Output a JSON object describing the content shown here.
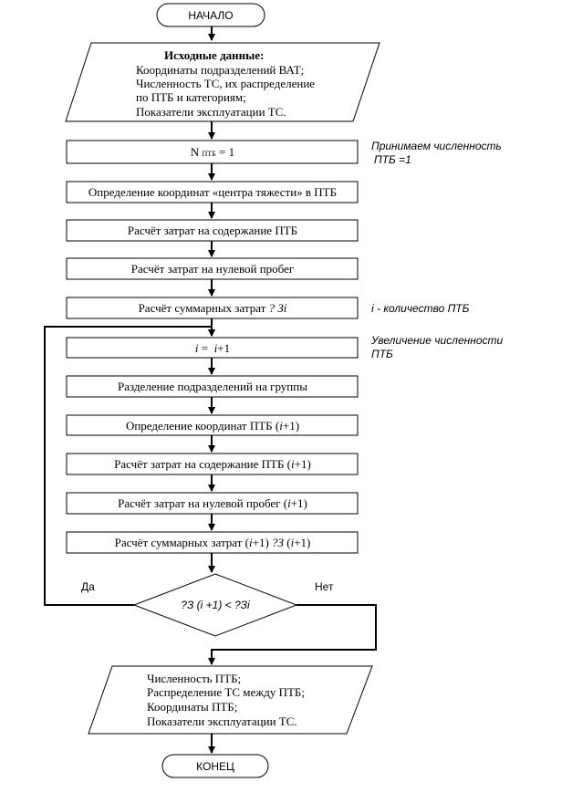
{
  "start": "НАЧАЛО",
  "end": "КОНЕЦ",
  "input": {
    "title": "Исходные данные:",
    "lines": [
      "Координаты подразделений ВАТ;",
      "Численность ТС, их распределение",
      "по ПТБ и категориям;",
      "Показатели эксплуатации ТС."
    ]
  },
  "steps": {
    "n_ptb_prefix": "N",
    "n_ptb_sub": "ПТБ",
    "n_ptb_suffix": " = 1",
    "center": "Определение координат «центра тяжести» в ПТБ",
    "maintenance": "Расчёт затрат на содержание ПТБ",
    "zero_run": "Расчёт затрат на нулевой пробег",
    "total_prefix": "Расчёт суммарных затрат ",
    "total_sym": "? Зi",
    "incr_i1": "i",
    "incr_mid": " =  ",
    "incr_i2": "i",
    "incr_suffix": "+1",
    "split": "Разделение подразделений на группы",
    "coords_prefix": "Определение координат ПТБ (",
    "coords_i": "i",
    "coords_suffix": "+1)",
    "maint2_prefix": "Расчёт затрат на содержание ПТБ (",
    "maint2_i": "i",
    "maint2_suffix": "+1)",
    "zero2_prefix": "Расчёт затрат на нулевой пробег (",
    "zero2_i": "i",
    "zero2_suffix": "+1)",
    "total2_prefix": "Расчёт суммарных затрат (",
    "total2_i": "i",
    "total2_mid": "+1) ",
    "total2_sym": "?З",
    "total2_open": " (",
    "total2_i2": "i",
    "total2_suffix": "+1)"
  },
  "decision": {
    "text": "?З (i +1) < ?Зi",
    "yes": "Да",
    "no": "Нет"
  },
  "output": {
    "lines": [
      "Численность ПТБ;",
      "Распределение ТС между ПТБ;",
      "Координаты ПТБ;",
      "Показатели эксплуатации ТС."
    ]
  },
  "notes": {
    "n1_line1": "Принимаем численность",
    "n1_line2": "ПТБ =1",
    "n2": "i - количество ПТБ",
    "n3_line1": "Увеличение численности",
    "n3_line2": "ПТБ"
  }
}
